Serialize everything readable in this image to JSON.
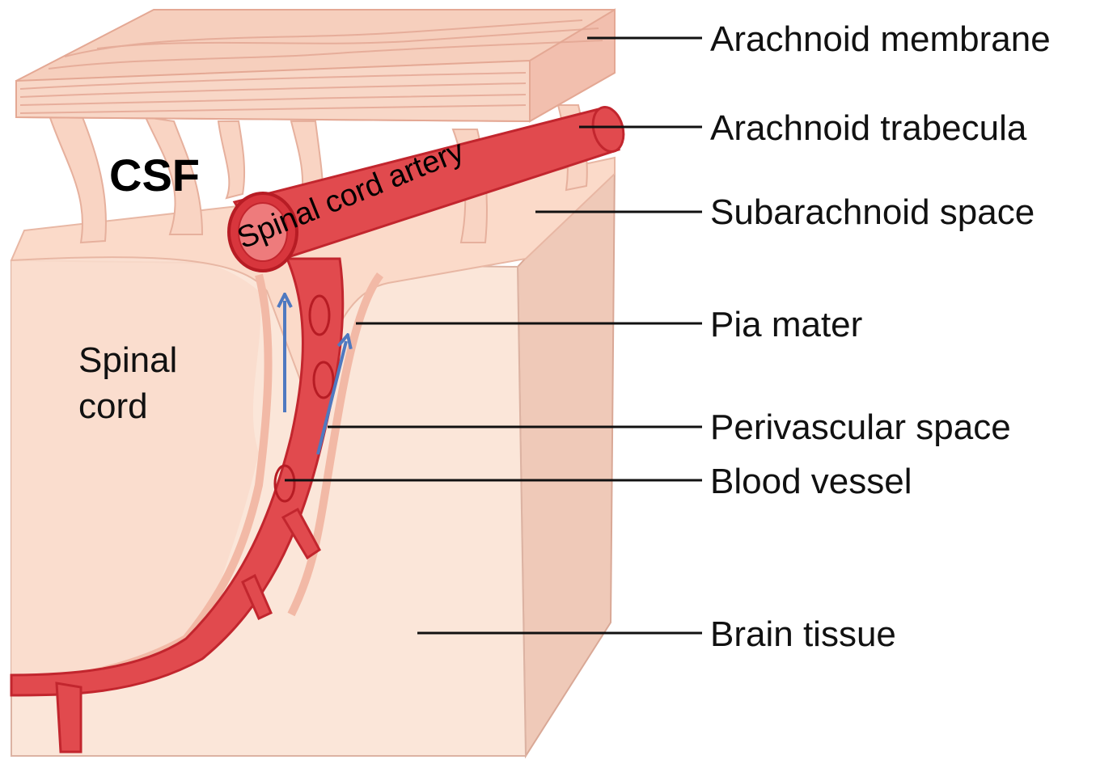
{
  "diagram": {
    "labels": {
      "arachnoid_membrane": "Arachnoid membrane",
      "arachnoid_trabecula": "Arachnoid trabecula",
      "subarachnoid_space": "Subarachnoid space",
      "pia_mater": "Pia mater",
      "perivascular_space": "Perivascular space",
      "blood_vessel": "Blood vessel",
      "brain_tissue": "Brain tissue"
    },
    "csf": "CSF",
    "spinal_cord": {
      "line1": "Spinal",
      "line2": "cord"
    },
    "artery_label": "Spinal cord artery",
    "colors": {
      "membrane": "#f6cfbd",
      "tissue": "#fbe6d9",
      "vessel": "#e14a4e",
      "vessel_dark": "#c2262e",
      "flow_arrow": "#4f79c0"
    }
  }
}
